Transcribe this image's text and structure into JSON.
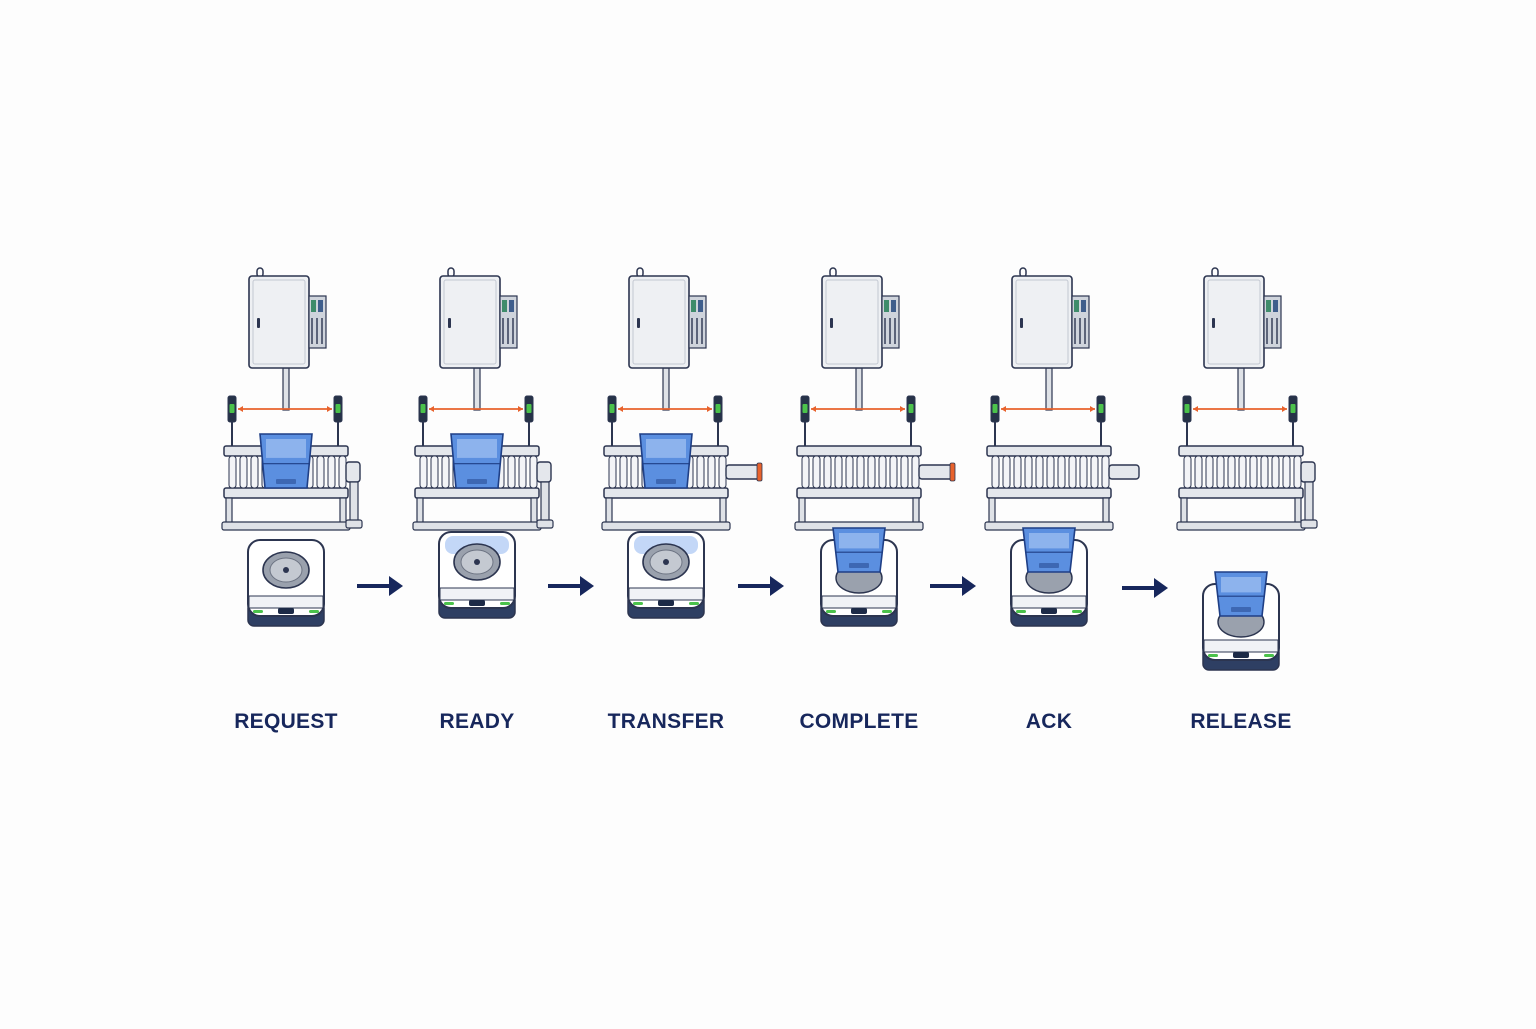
{
  "diagram": {
    "colors": {
      "navy": "#17275c",
      "cabinet": "#eef0f3",
      "outline": "#2c3550",
      "tote": "#5b8fe0",
      "tote_light": "#a9c6f4",
      "beam": "#e8622c",
      "indicator": "#4bc24b",
      "actuator_tip": "#e8622c"
    },
    "steps": [
      {
        "id": "request",
        "label": "REQUEST",
        "tote_on": "conveyor",
        "actuator": "idle",
        "robot_top": "lift-disc"
      },
      {
        "id": "ready",
        "label": "READY",
        "tote_on": "conveyor",
        "actuator": "idle",
        "robot_top": "lift-disc-lit"
      },
      {
        "id": "transfer",
        "label": "TRANSFER",
        "tote_on": "conveyor",
        "actuator": "extended",
        "robot_top": "lift-disc-lit"
      },
      {
        "id": "complete",
        "label": "COMPLETE",
        "tote_on": "robot",
        "actuator": "extended",
        "robot_top": "tote"
      },
      {
        "id": "ack",
        "label": "ACK",
        "tote_on": "robot",
        "actuator": "retracted",
        "robot_top": "tote"
      },
      {
        "id": "release",
        "label": "RELEASE",
        "tote_on": "robot",
        "actuator": "idle",
        "robot_top": "tote-departing"
      }
    ],
    "arrows": [
      {
        "from": "request",
        "to": "ready"
      },
      {
        "from": "ready",
        "to": "transfer"
      },
      {
        "from": "transfer",
        "to": "complete"
      },
      {
        "from": "complete",
        "to": "ack"
      },
      {
        "from": "ack",
        "to": "release"
      }
    ],
    "icons": [
      "control-cabinet-icon",
      "light-curtain-icon",
      "roller-conveyor-icon",
      "tote-icon",
      "pusher-actuator-icon",
      "mobile-robot-icon",
      "arrow-right-icon"
    ]
  }
}
